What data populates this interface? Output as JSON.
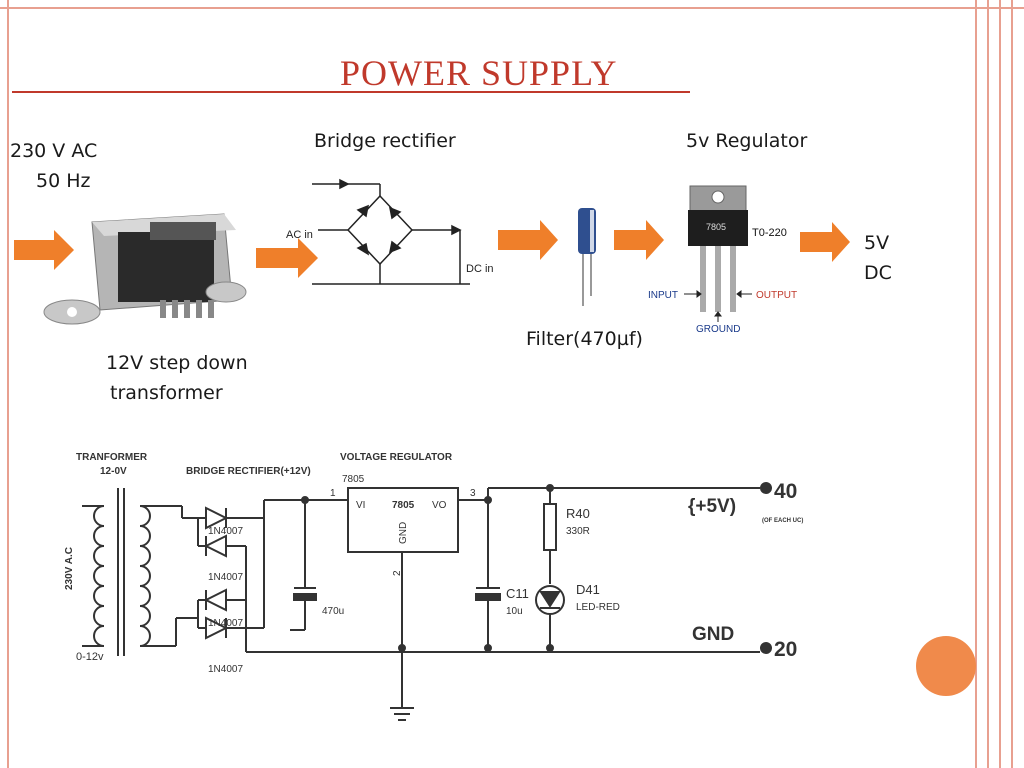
{
  "slide": {
    "title": "POWER  SUPPLY",
    "accent": "#c0392b",
    "border_color": "#e8a090",
    "arrow_color": "#ef7f2a",
    "circle_color": "#f08a4b"
  },
  "block_diagram": {
    "input_line1": "230 V AC",
    "input_line2": "50 Hz",
    "transformer_label_line1": "12V step down",
    "transformer_label_line2": "transformer",
    "bridge_label": "Bridge rectifier",
    "bridge_ac_in": "AC in",
    "bridge_dc_in": "DC in",
    "filter_label": "Filter(470µf)",
    "regulator_label": "5v Regulator",
    "regulator_chip": "7805",
    "regulator_package": "T0-220",
    "pin_input": "INPUT",
    "pin_output": "OUTPUT",
    "pin_ground": "GROUND",
    "output_line1": "5V",
    "output_line2": "DC"
  },
  "schematic": {
    "transformer_title": "TRANFORMER",
    "transformer_rating": "12-0V",
    "transformer_primary": "230V A.C",
    "transformer_secondary": "0-12v",
    "bridge_title": "BRIDGE RECTIFIER(+12V)",
    "diode_1": "1N4007",
    "diode_2": "1N4007",
    "diode_3": "1N4007",
    "diode_4": "1N4007",
    "regulator_title": "VOLTAGE REGULATOR",
    "regulator_part": "7805",
    "reg_vi": "VI",
    "reg_chip": "7805",
    "reg_vo": "VO",
    "reg_gnd": "GND",
    "pin_1": "1",
    "pin_2": "2",
    "pin_3": "3",
    "cap_in_value": "470u",
    "cap_out_name": "C11",
    "cap_out_value": "10u",
    "res_name": "R40",
    "res_value": "330R",
    "led_name": "D41",
    "led_value": "LED-RED",
    "out_plus_label": "{+5V)",
    "out_plus_note": "(OF EACH UC)",
    "out_plus_pin": "40",
    "out_gnd_label": "GND",
    "out_gnd_pin": "20"
  }
}
